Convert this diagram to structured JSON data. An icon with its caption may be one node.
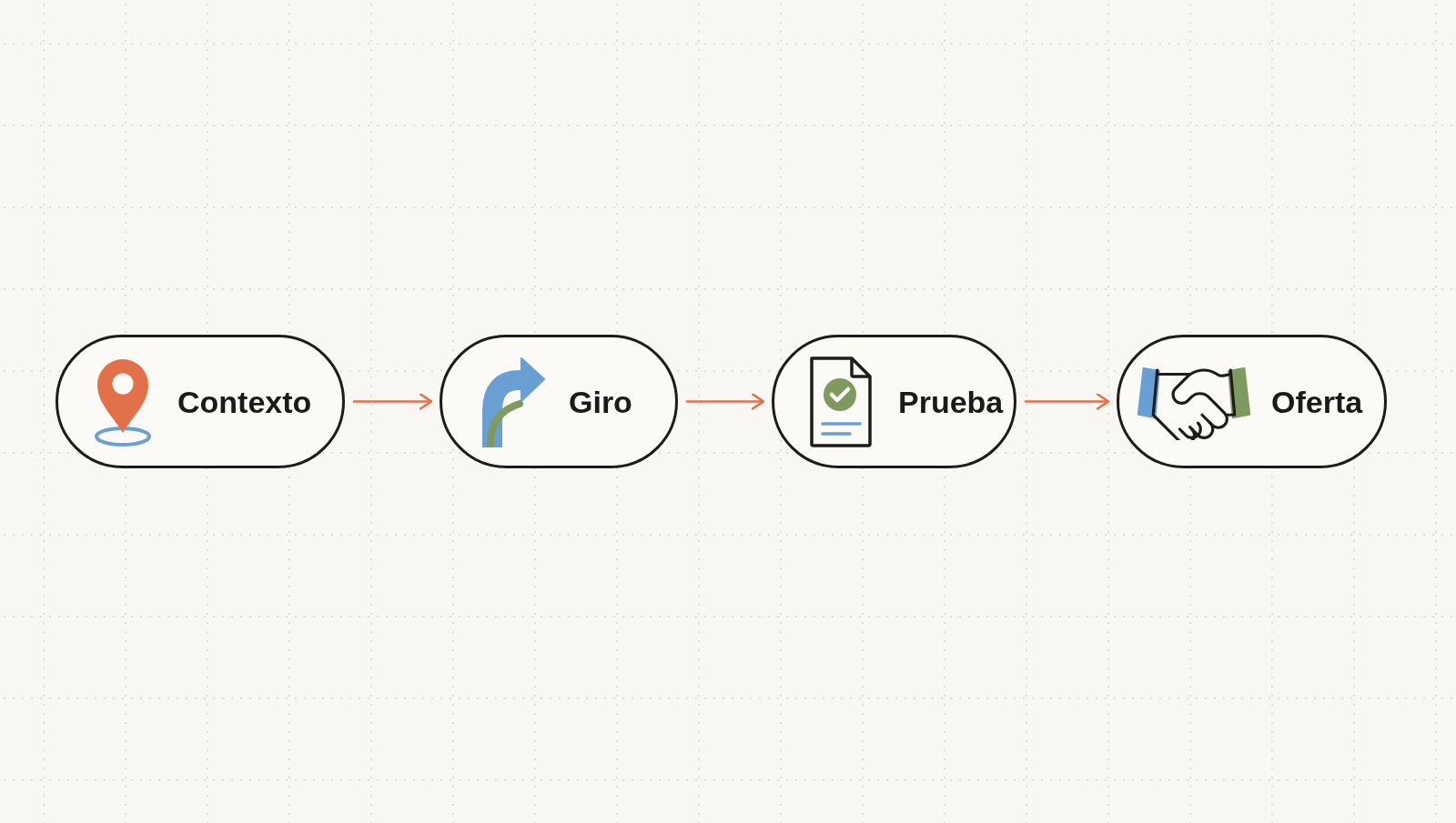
{
  "diagram": {
    "nodes": [
      {
        "text": [
          "Contexto"
        ]
      },
      {
        "text": [
          "Giro"
        ]
      },
      {
        "text": [
          "Prueba"
        ]
      },
      {
        "text": [
          "Oferta"
        ]
      }
    ],
    "edges": [
      {
        "from": 0,
        "to": 1,
        "arrow": "to"
      },
      {
        "from": 1,
        "to": 2,
        "arrow": "to"
      },
      {
        "from": 2,
        "to": 3,
        "arrow": "to"
      }
    ]
  }
}
